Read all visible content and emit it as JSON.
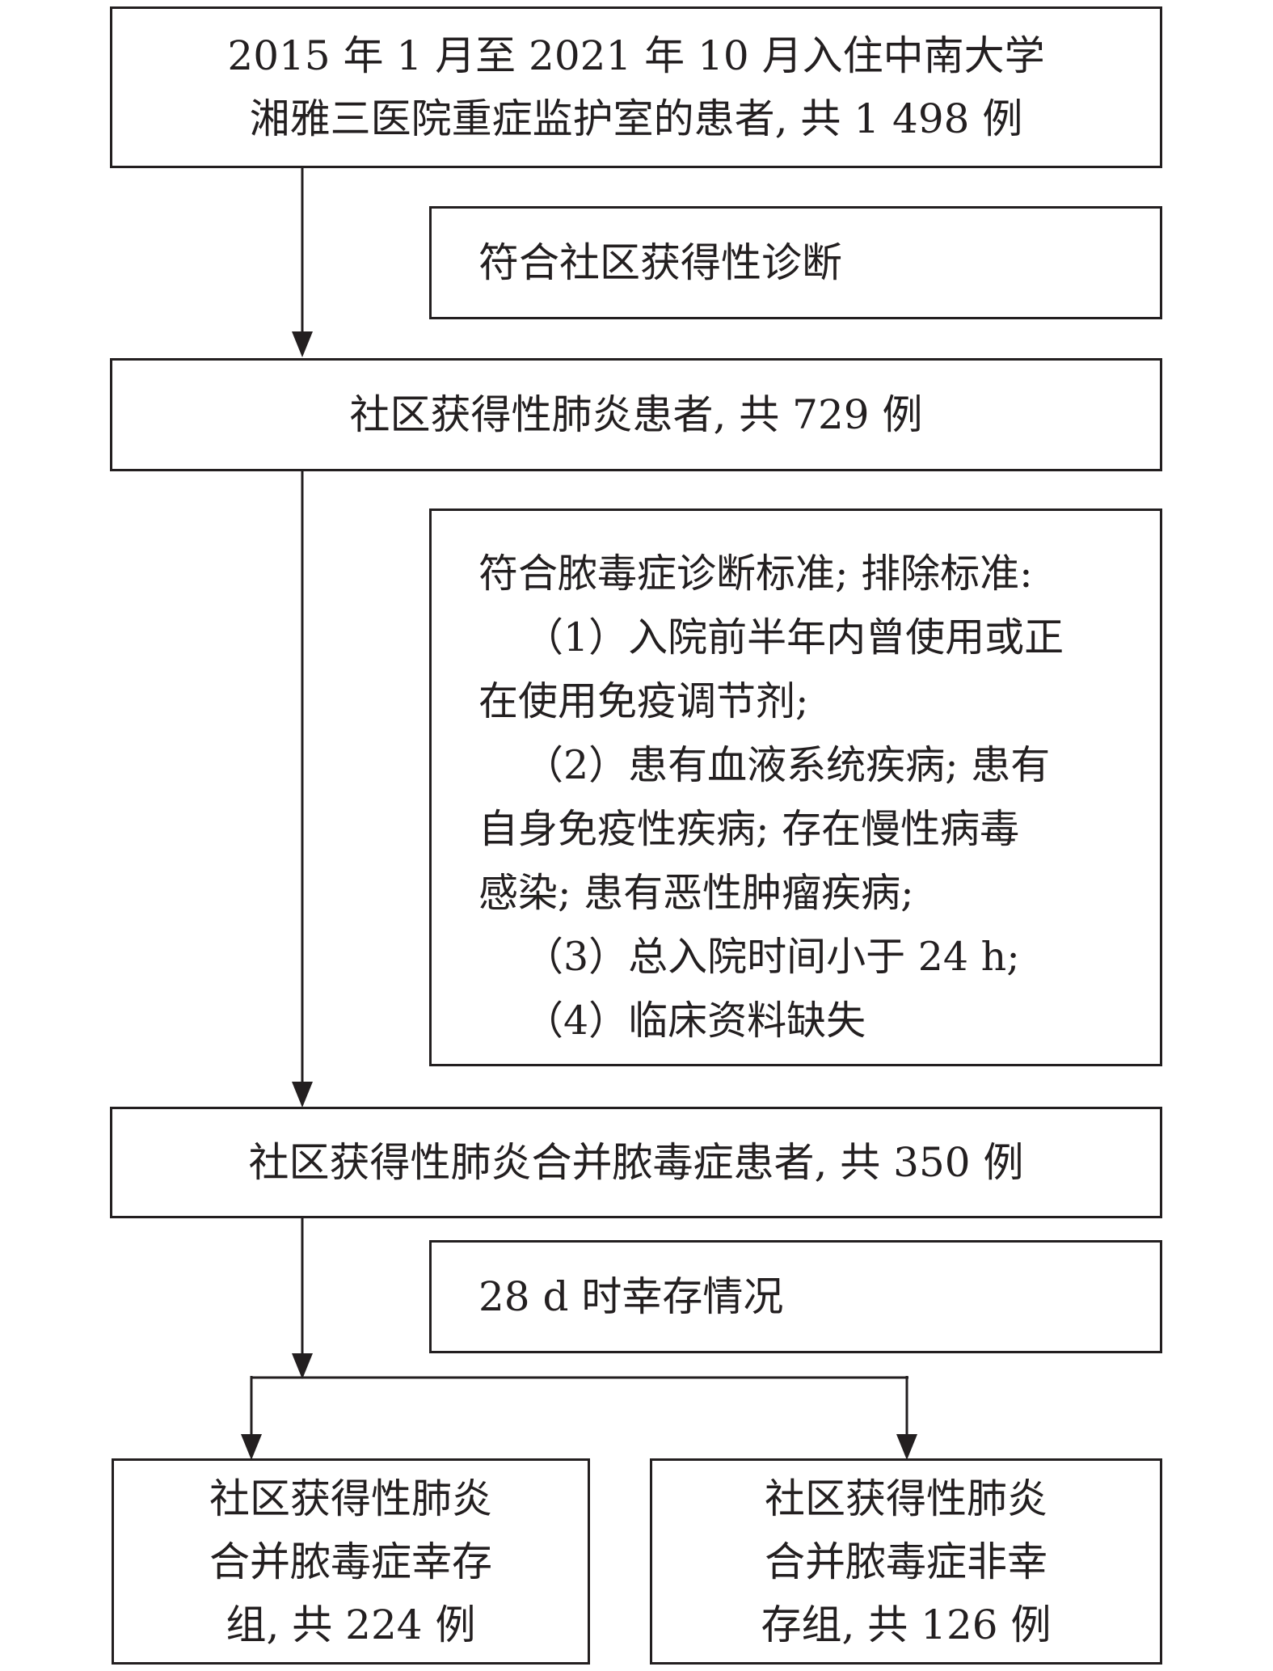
{
  "flowchart": {
    "start_box": {
      "lines": [
        "2015 年 1 月至 2021 年 10 月入住中南大学",
        "湘雅三医院重症监护室的患者, 共 1 498 例"
      ]
    },
    "side_box_1": {
      "text": "符合社区获得性诊断"
    },
    "cap_box": {
      "text": "社区获得性肺炎患者, 共 729 例"
    },
    "side_box_2": {
      "lines": [
        "符合脓毒症诊断标准; 排除标准:",
        "（1）入院前半年内曾使用或正",
        "在使用免疫调节剂;",
        "（2）患有血液系统疾病; 患有",
        "自身免疫性疾病; 存在慢性病毒",
        "感染; 患有恶性肿瘤疾病;",
        "（3）总入院时间小于 24 h;",
        "（4）临床资料缺失"
      ]
    },
    "sepsis_box": {
      "text": "社区获得性肺炎合并脓毒症患者, 共 350 例"
    },
    "side_box_3": {
      "text": "28 d 时幸存情况"
    },
    "survival_box": {
      "lines": [
        "社区获得性肺炎",
        "合并脓毒症幸存",
        "组, 共 224 例"
      ]
    },
    "non_survival_box": {
      "lines": [
        "社区获得性肺炎",
        "合并脓毒症非幸",
        "存组, 共 126 例"
      ]
    }
  }
}
